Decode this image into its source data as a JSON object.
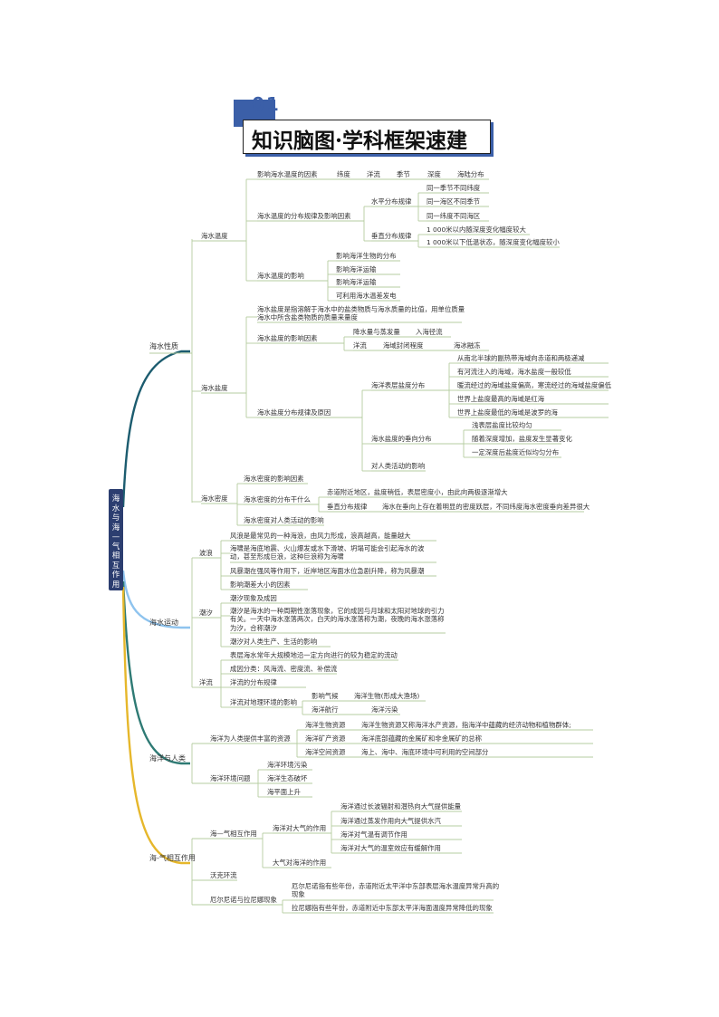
{
  "header": {
    "number": "01",
    "title": "知识脑图·学科框架速建"
  },
  "root": {
    "label": "海水与海—气相互作用"
  },
  "colors": {
    "b1": "#1c5c6f",
    "b2": "#8ec3ee",
    "b3": "#2e7a74",
    "b4": "#e6b72b",
    "line": "#b5cca0",
    "accent": "#3b5fa8"
  },
  "nodes": {
    "b1": "海水性质",
    "t1": "海水温度",
    "t1a": "影响海水温度的因素",
    "t1a1": "纬度",
    "t1a2": "洋流",
    "t1a3": "季节",
    "t1a4": "深度",
    "t1a5": "海陆分布",
    "t1b": "海水温度的分布规律及影响因素",
    "t1b1": "水平分布规律",
    "t1b1a": "同一季节不同纬度",
    "t1b1b": "同一海区不同季节",
    "t1b1c": "同一纬度不同海区",
    "t1b2": "垂直分布规律",
    "t1b2a": "1 000米以内随深度变化幅度较大",
    "t1b2b": "1 000米以下低温状态，随深度变化幅度较小",
    "t1c": "海水温度的影响",
    "t1c1": "影响海洋生物的分布",
    "t1c2": "影响海洋运输",
    "t1c3": "影响海洋运输",
    "t1c4": "可利用海水温差发电",
    "t2": "海水盐度",
    "t2def": "海水盐度是指溶解于海水中的盐类物质与海水质量的比值，用单位质量海水中所含盐类物质的质量来量度",
    "t2a": "海水盐度的影响因素",
    "t2a1": "降水量与蒸发量",
    "t2a2": "入海径流",
    "t2a3": "洋流",
    "t2a4": "海域封闭程度",
    "t2a5": "海冰融冻",
    "t2b": "海水盐度分布规律及原因",
    "t2b1": "海洋表层盐度分布",
    "t2b1a": "从南北半球的副热带海域向赤道和两极递减",
    "t2b1b": "有河流注入的海域，海水盐度一般较低",
    "t2b1c": "暖流经过的海域盐度偏高，寒流经过的海域盐度偏低",
    "t2b1d": "世界上盐度最高的海域是红海",
    "t2b1e": "世界上盐度最低的海域是波罗的海",
    "t2b2": "海水盐度的垂向分布",
    "t2b2a": "浅表层盐度比较均匀",
    "t2b2b": "随着深度增加，盐度发生显著变化",
    "t2b2c": "一定深度后盐度近似均匀分布",
    "t2b3": "对人类活动的影响",
    "t3": "海水密度",
    "t3a": "海水密度的影响因素",
    "t3b": "海水密度的分布干什么",
    "t3b1": "赤道附近地区，盐度稍低，表层密度小，由此向两极逐渐增大",
    "t3b2": "垂直分布规律",
    "t3b2a": "海水在垂向上存在着明显的密度跃层，不同纬度海水密度垂向差异很大",
    "t3c": "海水密度对人类活动的影响",
    "b2": "海水运动",
    "m1": "波浪",
    "m1a": "风浪是最常见的一种海浪，由风力形成，浪高越高，能量越大",
    "m1b": "海啸是海底地震、火山爆发或水下滑坡、坍塌可能会引起海水的波动，甚至形成巨浪，这种巨浪称为海啸",
    "m1c": "风暴潮在强风等作用下，近岸地区海面水位急剧升降，称为风暴潮",
    "m1d": "影响潮差大小的因素",
    "m2": "潮汐",
    "m2a": "潮汐现象及成因",
    "m2b": "潮汐是海水的一种周期性涨落现象，它的成因与月球和太阳对地球的引力有关。一天中海水涨落两次，白天的海水涨落称为潮，夜晚的海水涨落称为汐，合称潮汐",
    "m2c": "潮汐对人类生产、生活的影响",
    "m3": "洋流",
    "m3a": "表层海水常年大规模地沿一定方向进行的较为稳定的流动",
    "m3b": "成因分类：风海流、密度流、补偿流",
    "m3c": "洋流的分布规律",
    "m3d": "洋流对地理环境的影响",
    "m3d1": "影响气候",
    "m3d2": "海洋生物(形成大渔场)",
    "m3d3": "海洋航行",
    "m3d4": "海洋污染",
    "b3": "海洋与人类",
    "h1": "海洋为人类提供丰富的资源",
    "h1a": "海洋生物资源",
    "h1a1": "海洋生物资源又称海洋水产资源，指海洋中蕴藏的经济动物和植物群体;",
    "h1b": "海洋矿产资源",
    "h1b1": "海洋底部蕴藏的金属矿和非金属矿的总称",
    "h1c": "海洋空间资源",
    "h1c1": "海上、海中、海底环境中可利用的空间部分",
    "h2": "海洋环境问题",
    "h2a": "海洋环境污染",
    "h2b": "海洋生态破坏",
    "h2c": "海平面上升",
    "b4": "海-气相互作用",
    "a1": "海—气相互作用",
    "a1a": "海洋对大气的作用",
    "a1a1": "海洋通过长波辐射和潜热向大气提供能量",
    "a1a2": "海洋通过蒸发作用向大气提供水汽",
    "a1a3": "海洋对气温有调节作用",
    "a1a4": "海洋对大气的温室效应有缓解作用",
    "a1b": "大气对海洋的作用",
    "a2": "沃克环流",
    "a3": "厄尔尼诺与拉尼娜现象",
    "a3a": "厄尔尼诺指有些年份，赤道附近太平洋中东部表层海水温度异常升高的现象",
    "a3b": "拉尼娜指有些年份，赤道附近中东部太平洋海面温度异常降低的现象"
  }
}
